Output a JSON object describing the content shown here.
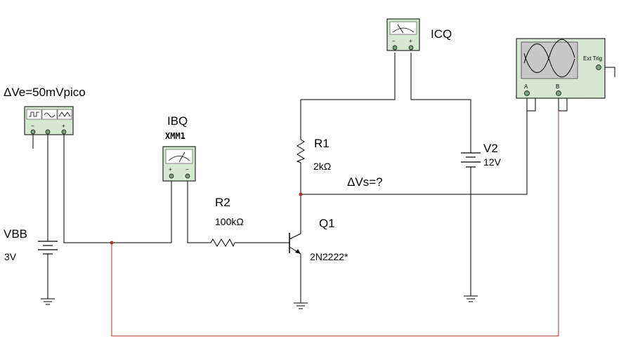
{
  "labels": {
    "source_note": "ΔVe=50mVpico",
    "ibq": "IBQ",
    "xmm": "XMM1",
    "icq": "ICQ",
    "r1_name": "R1",
    "r1_value": "2kΩ",
    "r2_name": "R2",
    "r2_value": "100kΩ",
    "v2_name": "V2",
    "v2_value": "12V",
    "vbb_name": "VBB",
    "vbb_value": "3V",
    "q1_name": "Q1",
    "q1_model": "2N2222*",
    "dvs": "ΔVs=?",
    "ext_trig": "Ext Trig",
    "scope_a": "A",
    "scope_b": "B",
    "meter_minus": "−",
    "meter_plus": "+"
  },
  "colors": {
    "wire": "#000000",
    "probe_wire": "#b03030",
    "instrument_body": "#d6e8d2",
    "screen": "#c8c8c8",
    "terminal": "#7aa07a"
  },
  "icons": {
    "function_generator": "function-generator-icon",
    "multimeter": "multimeter-icon",
    "oscilloscope": "oscilloscope-icon",
    "ground": "ground-icon"
  }
}
